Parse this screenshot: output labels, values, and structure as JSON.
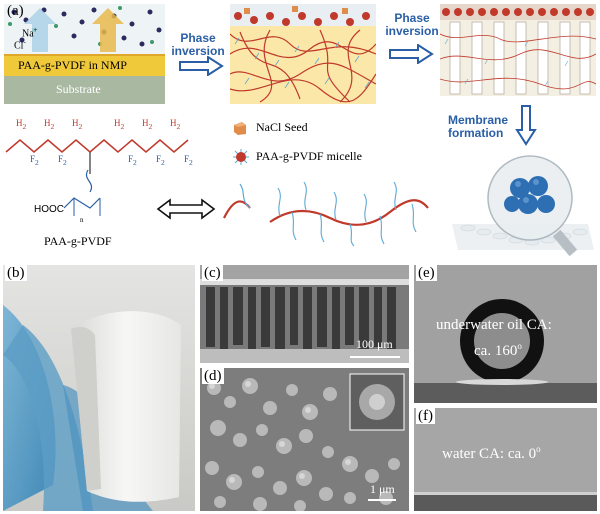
{
  "panel_a": {
    "label": "(a)",
    "ions": {
      "na": "Na",
      "na_sup": "+",
      "cl": "Cl",
      "cl_sup": "-"
    },
    "solution_layer": "PAA-g-PVDF in NMP",
    "substrate": "Substrate",
    "arrow1": {
      "line1": "Phase",
      "line2": "inversion"
    },
    "arrow2": {
      "line1": "Phase",
      "line2": "inversion"
    },
    "arrow3": {
      "line1": "Membrane",
      "line2": "formation"
    },
    "legend": {
      "nacl_seed": "NaCl Seed",
      "micelle": "PAA-g-PVDF micelle"
    },
    "structure": {
      "h2_label": "H",
      "h2_sub": "2",
      "f2_label": "F",
      "f2_sub": "2",
      "hooc": "HOOC",
      "n": "n",
      "name": "PAA-g-PVDF"
    },
    "colors": {
      "arrow": "#2a5fa6",
      "polymer_red": "#c0392b",
      "graft_blue": "#5aa9d6",
      "solution": "#f0c93b"
    }
  },
  "panel_b": {
    "label": "(b)"
  },
  "panel_c": {
    "label": "(c)",
    "scale": "100 μm"
  },
  "panel_d": {
    "label": "(d)",
    "scale": "1 μm"
  },
  "panel_e": {
    "label": "(e)",
    "text_line1": "underwater oil CA:",
    "text_line2": "ca. 160",
    "deg": "o"
  },
  "panel_f": {
    "label": "(f)",
    "text": "water CA: ca. 0",
    "deg": "o"
  }
}
